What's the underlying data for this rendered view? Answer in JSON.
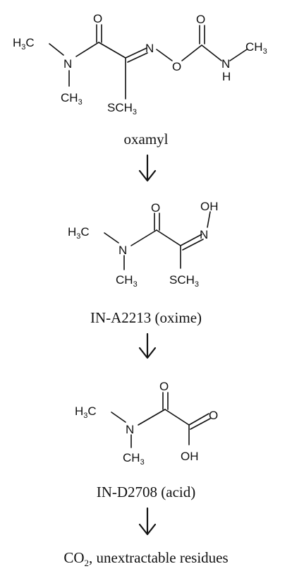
{
  "pathway": {
    "compounds": [
      {
        "name": "oxamyl",
        "atoms": {
          "h3c": "H",
          "h3c_sub": "3",
          "h3c_c": "C",
          "n1": "N",
          "ch3a": "CH",
          "ch3a_sub": "3",
          "o1": "O",
          "n2": "N",
          "o2": "O",
          "o3": "O",
          "sch3": "SCH",
          "sch3_sub": "3",
          "nh_n": "N",
          "nh_h": "H",
          "ch3b": "CH",
          "ch3b_sub": "3"
        }
      },
      {
        "name": "IN-A2213 (oxime)",
        "atoms": {
          "h3c": "H",
          "h3c_sub": "3",
          "h3c_c": "C",
          "n1": "N",
          "ch3a": "CH",
          "ch3a_sub": "3",
          "o1": "O",
          "oh": "OH",
          "n2": "N",
          "sch3": "SCH",
          "sch3_sub": "3"
        }
      },
      {
        "name": "IN-D2708 (acid)",
        "atoms": {
          "h3c": "H",
          "h3c_sub": "3",
          "h3c_c": "C",
          "n1": "N",
          "ch3a": "CH",
          "ch3a_sub": "3",
          "o1": "O",
          "o2": "O",
          "oh": "OH"
        }
      }
    ],
    "final_product": {
      "co": "CO",
      "co_sub": "2",
      "rest": ", unextractable residues"
    }
  }
}
